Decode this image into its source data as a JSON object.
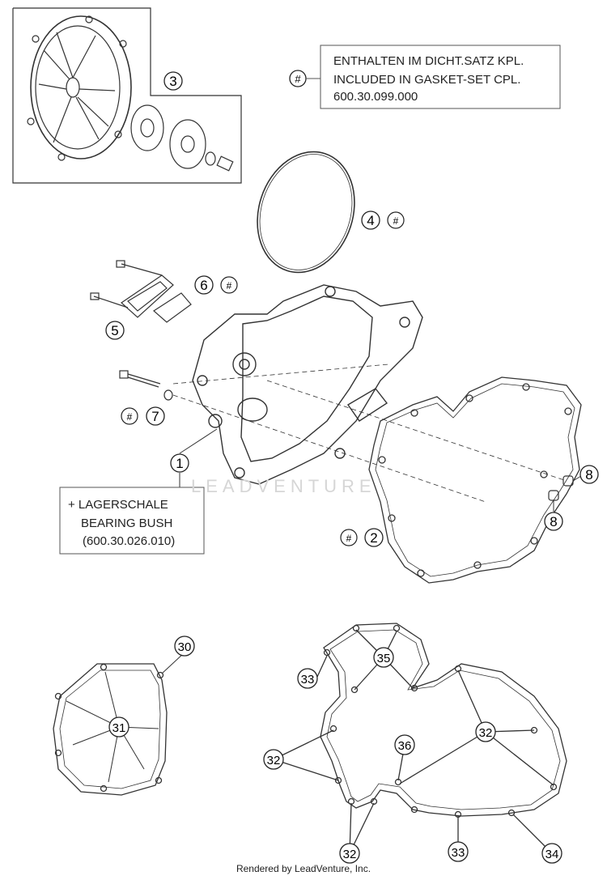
{
  "legend_box": {
    "symbol": "#",
    "line1": "ENTHALTEN IM DICHT.SATZ KPL.",
    "line2": "INCLUDED IN GASKET-SET CPL.",
    "line3": "600.30.099.000"
  },
  "bearing_box": {
    "line1": "+ LAGERSCHALE",
    "line2": "BEARING BUSH",
    "line3": "(600.30.026.010)"
  },
  "callouts": {
    "c1": "1",
    "c2": "2",
    "c3": "3",
    "c4": "4",
    "c5": "5",
    "c6": "6",
    "c7": "7",
    "c8a": "8",
    "c8b": "8",
    "c30": "30",
    "c31": "31",
    "c32a": "32",
    "c32b": "32",
    "c32c": "32",
    "c33a": "33",
    "c33b": "33",
    "c34": "34",
    "c35": "35",
    "c36": "36"
  },
  "hash_marks": {
    "symbol": "#"
  },
  "watermark": "LEADVENTURE",
  "footer": "Rendered by LeadVenture, Inc."
}
